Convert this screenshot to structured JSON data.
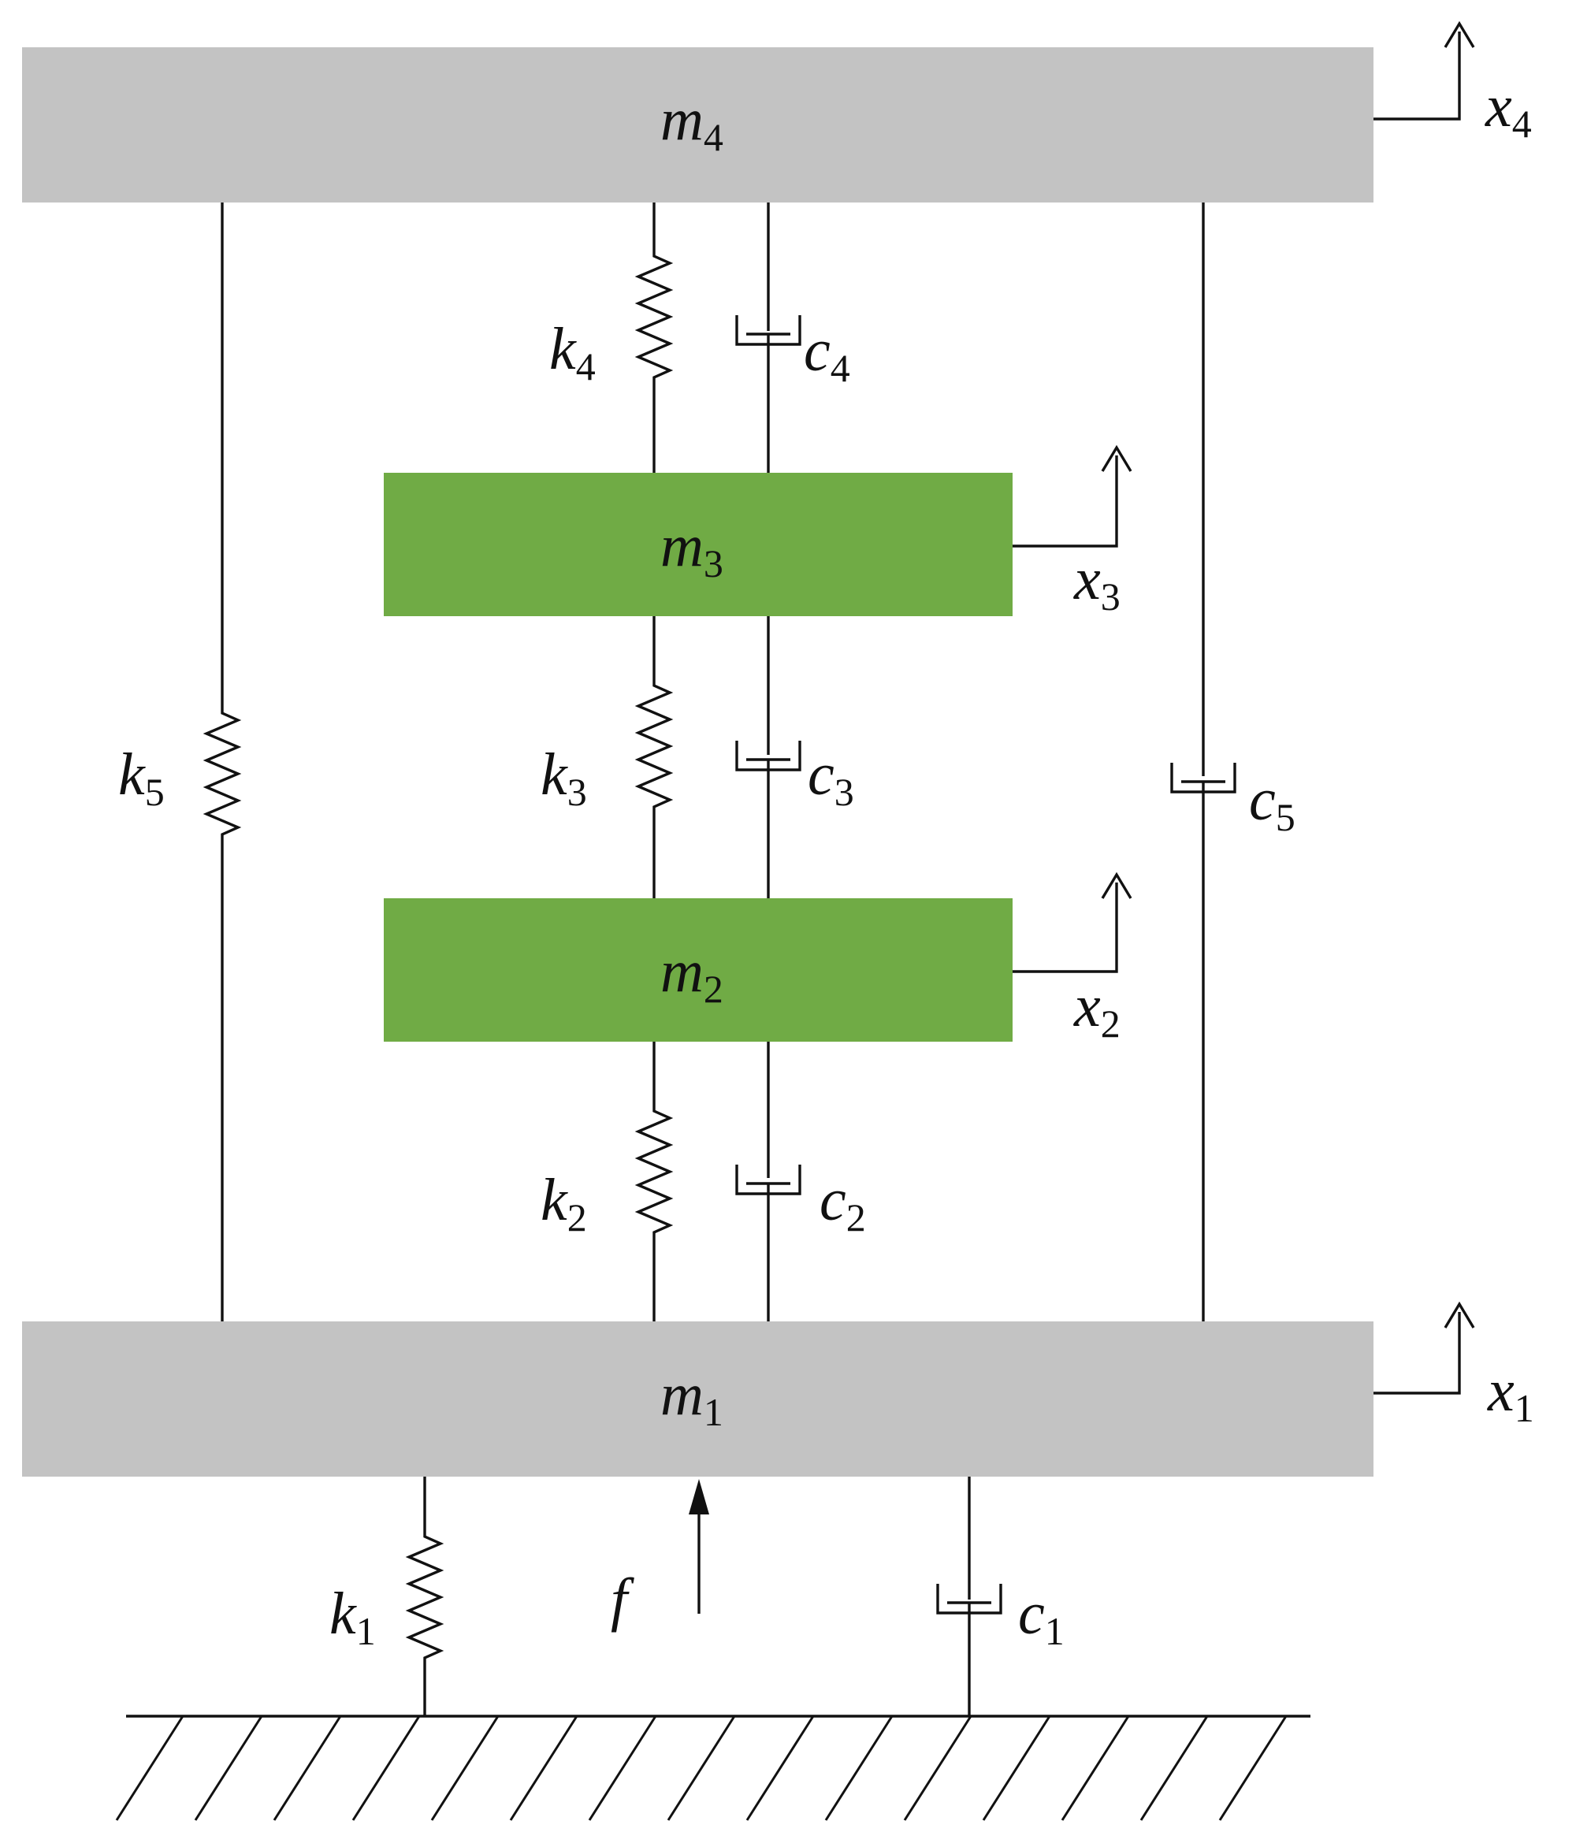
{
  "masses": {
    "m4": {
      "label": "m",
      "sub": "4",
      "color": "#c3c3c3"
    },
    "m3": {
      "label": "m",
      "sub": "3",
      "color": "#70ab45"
    },
    "m2": {
      "label": "m",
      "sub": "2",
      "color": "#70ab45"
    },
    "m1": {
      "label": "m",
      "sub": "1",
      "color": "#c3c3c3"
    }
  },
  "springs": {
    "k1": {
      "label": "k",
      "sub": "1"
    },
    "k2": {
      "label": "k",
      "sub": "2"
    },
    "k3": {
      "label": "k",
      "sub": "3"
    },
    "k4": {
      "label": "k",
      "sub": "4"
    },
    "k5": {
      "label": "k",
      "sub": "5"
    }
  },
  "dampers": {
    "c1": {
      "label": "c",
      "sub": "1"
    },
    "c2": {
      "label": "c",
      "sub": "2"
    },
    "c3": {
      "label": "c",
      "sub": "3"
    },
    "c4": {
      "label": "c",
      "sub": "4"
    },
    "c5": {
      "label": "c",
      "sub": "5"
    }
  },
  "displacements": {
    "x1": {
      "label": "x",
      "sub": "1"
    },
    "x2": {
      "label": "x",
      "sub": "2"
    },
    "x3": {
      "label": "x",
      "sub": "3"
    },
    "x4": {
      "label": "x",
      "sub": "4"
    }
  },
  "force": {
    "label": "f"
  }
}
